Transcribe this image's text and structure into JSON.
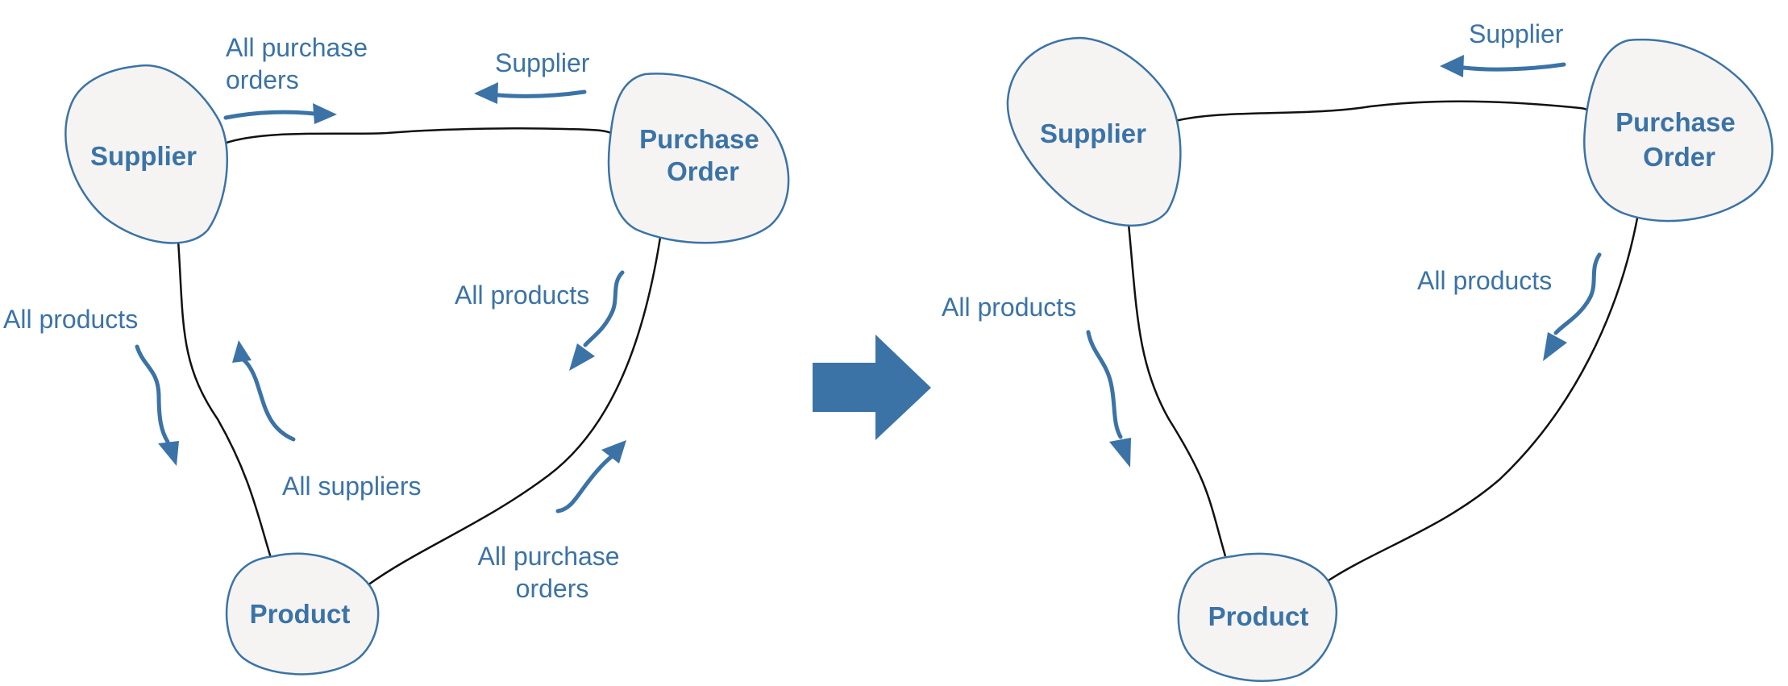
{
  "colors": {
    "accent": "#3b73a6",
    "node_fill": "#f5f4f3",
    "edge": "#111111"
  },
  "left_diagram": {
    "nodes": {
      "supplier": "Supplier",
      "purchase_order": [
        "Purchase",
        "Order"
      ],
      "product": "Product"
    },
    "labels": {
      "supplier_to_po": [
        "All purchase",
        "orders"
      ],
      "po_to_supplier": "Supplier",
      "supplier_to_product": "All products",
      "product_to_supplier": "All suppliers",
      "po_to_product": "All products",
      "product_to_po": [
        "All purchase",
        "orders"
      ]
    }
  },
  "transform_arrow": {
    "icon": "right-arrow-icon"
  },
  "right_diagram": {
    "nodes": {
      "supplier": "Supplier",
      "purchase_order": [
        "Purchase",
        "Order"
      ],
      "product": "Product"
    },
    "labels": {
      "po_to_supplier": "Supplier",
      "supplier_to_product": "All products",
      "po_to_product": "All products"
    }
  }
}
